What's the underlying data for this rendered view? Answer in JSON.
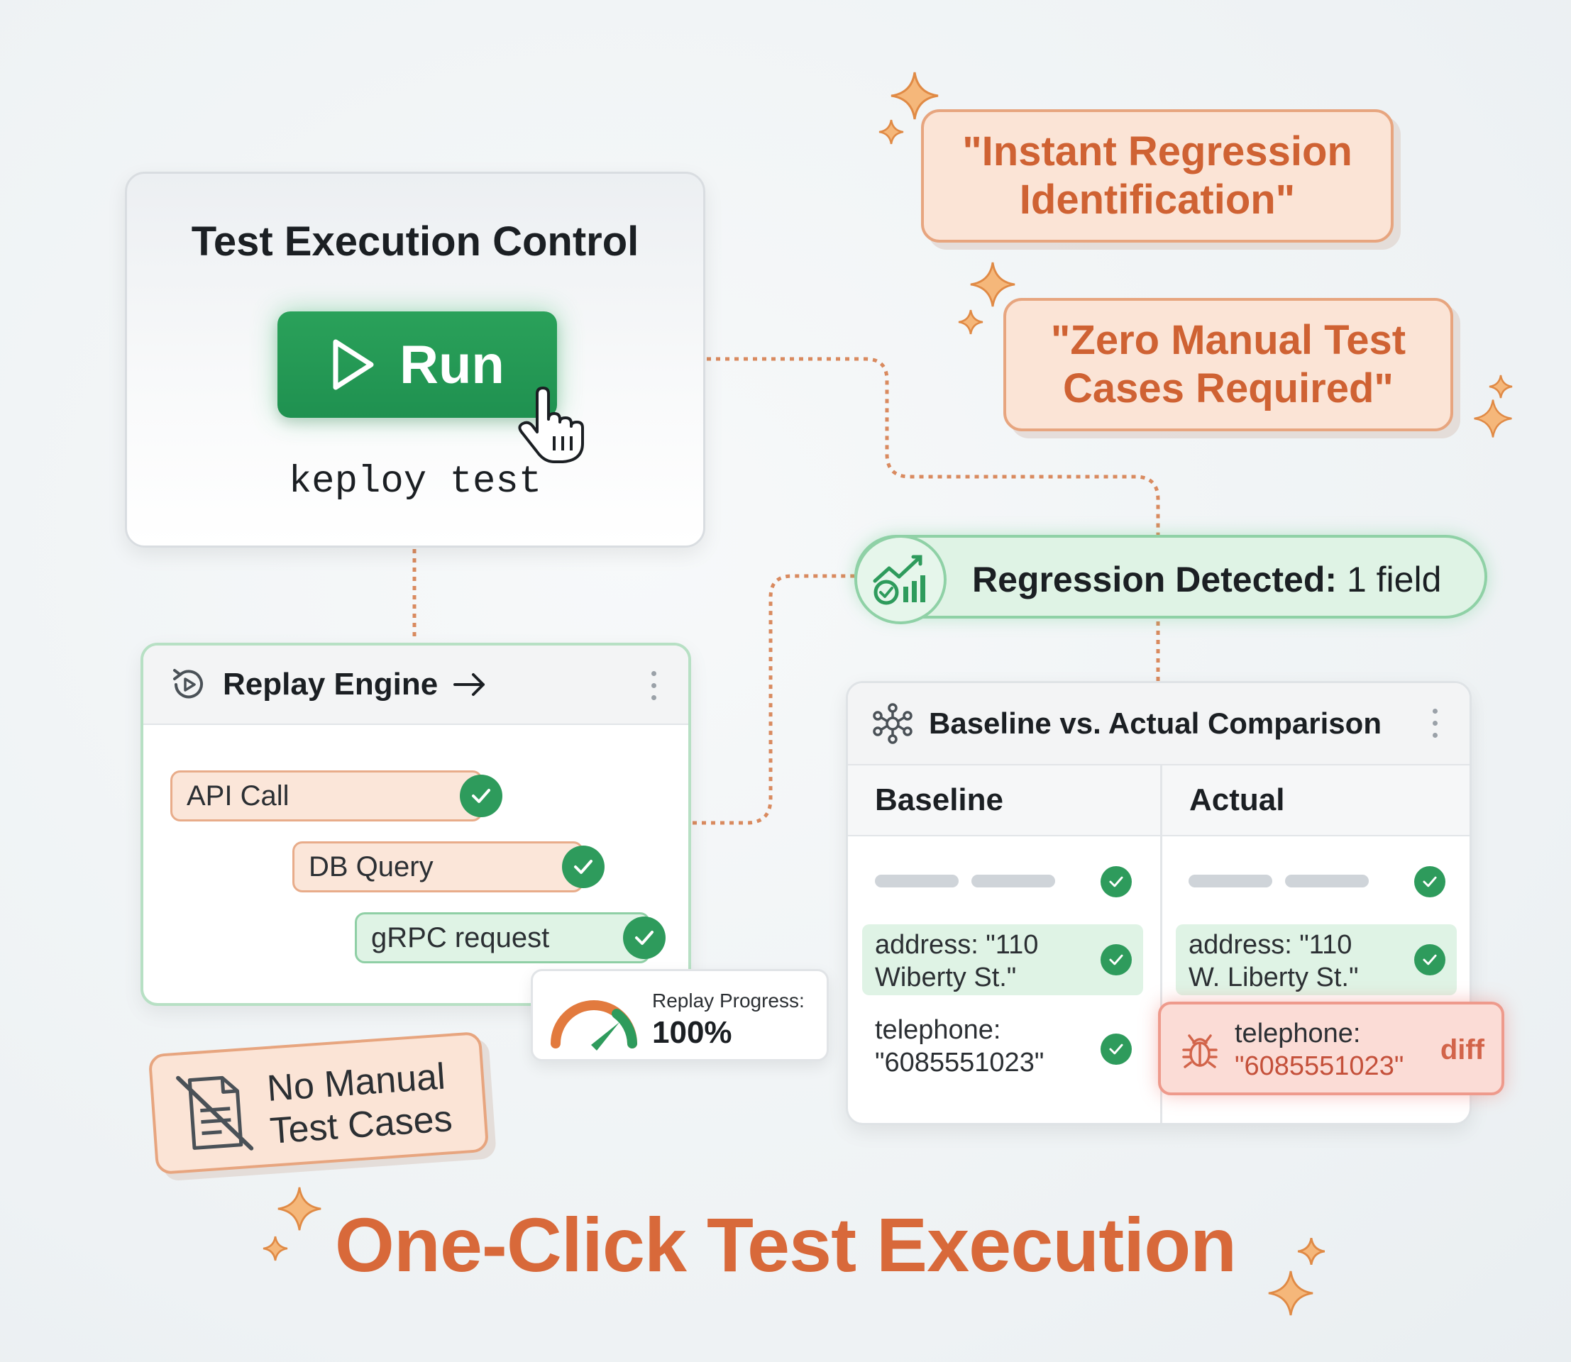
{
  "control": {
    "title": "Test Execution Control",
    "run_label": "Run",
    "command": "keploy test"
  },
  "callouts": {
    "instant_line1": "\"Instant Regression",
    "instant_line2": "Identification\"",
    "zero_line1": "\"Zero Manual Test",
    "zero_line2": "Cases Required\""
  },
  "replay": {
    "title": "Replay Engine",
    "steps": [
      {
        "label": "API Call",
        "status": "pass"
      },
      {
        "label": "DB Query",
        "status": "pass"
      },
      {
        "label": "gRPC request",
        "status": "pass"
      }
    ]
  },
  "progress": {
    "label": "Replay Progress:",
    "value": "100%",
    "fraction": 1.0
  },
  "no_manual": {
    "line1": "No Manual",
    "line2": "Test Cases"
  },
  "regression": {
    "label": "Regression Detected:",
    "value": "1 field"
  },
  "comparison": {
    "title": "Baseline vs. Actual Comparison",
    "baseline_header": "Baseline",
    "actual_header": "Actual",
    "baseline": {
      "address_line1": "address: \"110",
      "address_line2": "Wiberty St.\"",
      "telephone_line1": "telephone:",
      "telephone_line2": "\"6085551023\""
    },
    "actual": {
      "address_line1": "address: \"110",
      "address_line2": "W. Liberty St.\"",
      "telephone_line1": "telephone:",
      "telephone_line2": "\"6085551023\"",
      "diff_tag": "diff"
    }
  },
  "headline": "One-Click Test Execution",
  "colors": {
    "accent_orange": "#d8693a",
    "success_green": "#2e9b5c",
    "diff_red": "#d2644a"
  },
  "icons": [
    "play-icon",
    "hand-cursor-icon",
    "replay-icon",
    "arrow-right-icon",
    "kebab-icon",
    "check-icon",
    "gauge-icon",
    "no-document-icon",
    "chart-check-icon",
    "network-icon",
    "bug-icon",
    "sparkle-icon"
  ]
}
